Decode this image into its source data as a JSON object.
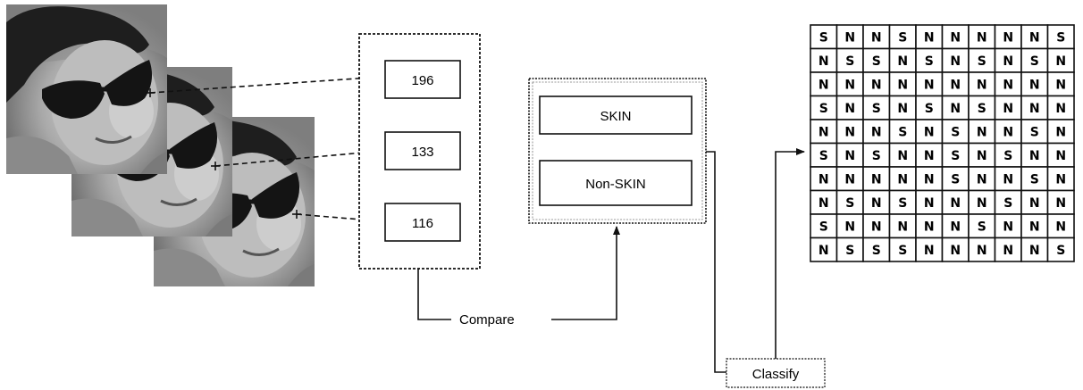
{
  "pixel_values": [
    "196",
    "133",
    "116"
  ],
  "compare_label": "Compare",
  "classes": {
    "skin": "SKIN",
    "non_skin": "Non-SKIN"
  },
  "classify_label": "Classify",
  "grid_rows": [
    [
      "S",
      "N",
      "N",
      "S",
      "N",
      "N",
      "N",
      "N",
      "N",
      "S"
    ],
    [
      "N",
      "S",
      "S",
      "N",
      "S",
      "N",
      "S",
      "N",
      "S",
      "N"
    ],
    [
      "N",
      "N",
      "N",
      "N",
      "N",
      "N",
      "N",
      "N",
      "N",
      "N"
    ],
    [
      "S",
      "N",
      "S",
      "N",
      "S",
      "N",
      "S",
      "N",
      "N",
      "N"
    ],
    [
      "N",
      "N",
      "N",
      "S",
      "N",
      "S",
      "N",
      "N",
      "S",
      "N"
    ],
    [
      "S",
      "N",
      "S",
      "N",
      "N",
      "S",
      "N",
      "S",
      "N",
      "N"
    ],
    [
      "N",
      "N",
      "N",
      "N",
      "N",
      "S",
      "N",
      "N",
      "S",
      "N"
    ],
    [
      "N",
      "S",
      "N",
      "S",
      "N",
      "N",
      "N",
      "S",
      "N",
      "N"
    ],
    [
      "S",
      "N",
      "N",
      "N",
      "N",
      "N",
      "S",
      "N",
      "N",
      "N"
    ],
    [
      "N",
      "S",
      "S",
      "S",
      "N",
      "N",
      "N",
      "N",
      "N",
      "S"
    ]
  ]
}
